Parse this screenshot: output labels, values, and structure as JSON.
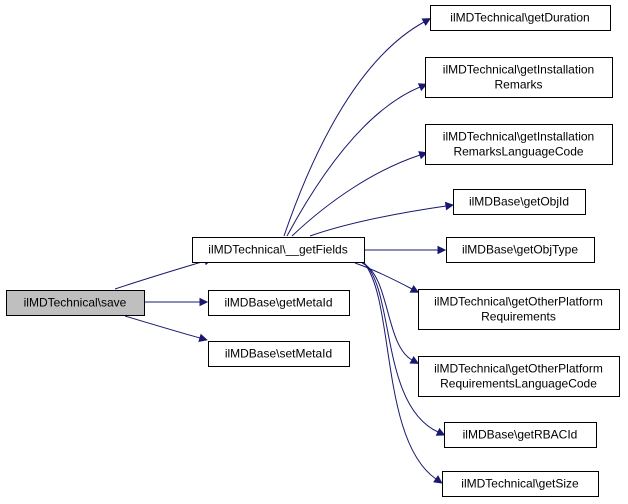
{
  "nodes": {
    "save": {
      "lines": [
        "ilMDTechnical\\save"
      ]
    },
    "get_fields": {
      "lines": [
        "ilMDTechnical\\__getFields"
      ]
    },
    "get_meta_id": {
      "lines": [
        "ilMDBase\\getMetaId"
      ]
    },
    "set_meta_id": {
      "lines": [
        "ilMDBase\\setMetaId"
      ]
    },
    "get_duration": {
      "lines": [
        "ilMDTechnical\\getDuration"
      ]
    },
    "get_installation_remarks": {
      "lines": [
        "ilMDTechnical\\getInstallation",
        "Remarks"
      ]
    },
    "get_installation_remarks_language_code": {
      "lines": [
        "ilMDTechnical\\getInstallation",
        "RemarksLanguageCode"
      ]
    },
    "get_obj_id": {
      "lines": [
        "ilMDBase\\getObjId"
      ]
    },
    "get_obj_type": {
      "lines": [
        "ilMDBase\\getObjType"
      ]
    },
    "get_other_platform_requirements": {
      "lines": [
        "ilMDTechnical\\getOtherPlatform",
        "Requirements"
      ]
    },
    "get_other_platform_requirements_language_code": {
      "lines": [
        "ilMDTechnical\\getOtherPlatform",
        "RequirementsLanguageCode"
      ]
    },
    "get_rbac_id": {
      "lines": [
        "ilMDBase\\getRBACId"
      ]
    },
    "get_size": {
      "lines": [
        "ilMDTechnical\\getSize"
      ]
    }
  },
  "edges": [
    [
      "save",
      "get_fields"
    ],
    [
      "save",
      "get_meta_id"
    ],
    [
      "save",
      "set_meta_id"
    ],
    [
      "get_fields",
      "get_duration"
    ],
    [
      "get_fields",
      "get_installation_remarks"
    ],
    [
      "get_fields",
      "get_installation_remarks_language_code"
    ],
    [
      "get_fields",
      "get_obj_id"
    ],
    [
      "get_fields",
      "get_obj_type"
    ],
    [
      "get_fields",
      "get_other_platform_requirements"
    ],
    [
      "get_fields",
      "get_other_platform_requirements_language_code"
    ],
    [
      "get_fields",
      "get_rbac_id"
    ],
    [
      "get_fields",
      "get_size"
    ]
  ],
  "colors": {
    "edge": "#191970",
    "root_fill": "#bfbfbf",
    "node_fill": "#ffffff",
    "node_border": "#000000"
  }
}
